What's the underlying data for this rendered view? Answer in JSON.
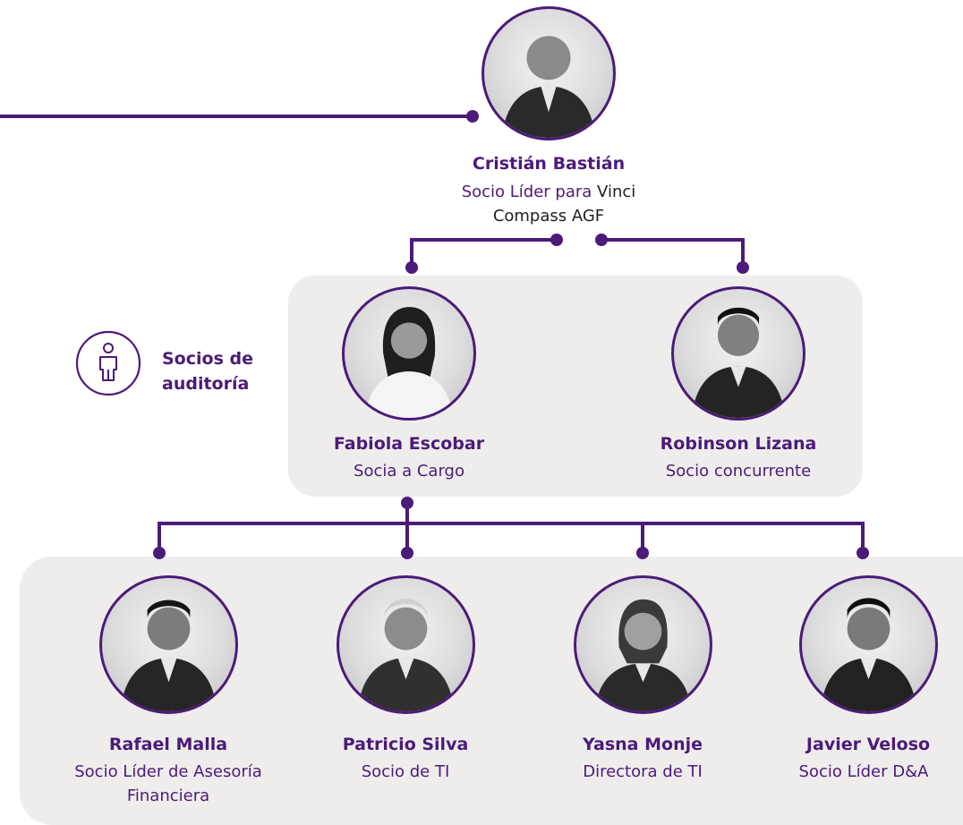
{
  "top": {
    "name": "Cristián Bastián",
    "role_part1": "Socio Líder para ",
    "role_part2": "Vinci",
    "role_line2": "Compass AGF",
    "photo_icon": "person-portrait-icon"
  },
  "group": {
    "label_line1": "Socios de",
    "label_line2": "auditoría",
    "icon": "person-icon"
  },
  "partners": [
    {
      "name": "Fabiola Escobar",
      "role": "Socia a Cargo",
      "photo_icon": "person-portrait-icon"
    },
    {
      "name": "Robinson Lizana",
      "role": "Socio concurrente",
      "photo_icon": "person-portrait-icon"
    }
  ],
  "specialists": [
    {
      "name": "Rafael Malla",
      "role_line1": "Socio Líder de Asesoría",
      "role_line2": "Financiera",
      "photo_icon": "person-portrait-icon"
    },
    {
      "name": "Patricio Silva",
      "role_line1": "Socio de TI",
      "photo_icon": "person-portrait-icon"
    },
    {
      "name": "Yasna Monje",
      "role_line1": "Directora de TI",
      "photo_icon": "person-portrait-icon"
    },
    {
      "name": "Javier Veloso",
      "role_line1": "Socio Líder D&A",
      "photo_icon": "person-portrait-icon"
    }
  ],
  "colors": {
    "accent": "#4b1b79",
    "panel": "#efedec",
    "text_dark": "#1f1f1f"
  }
}
